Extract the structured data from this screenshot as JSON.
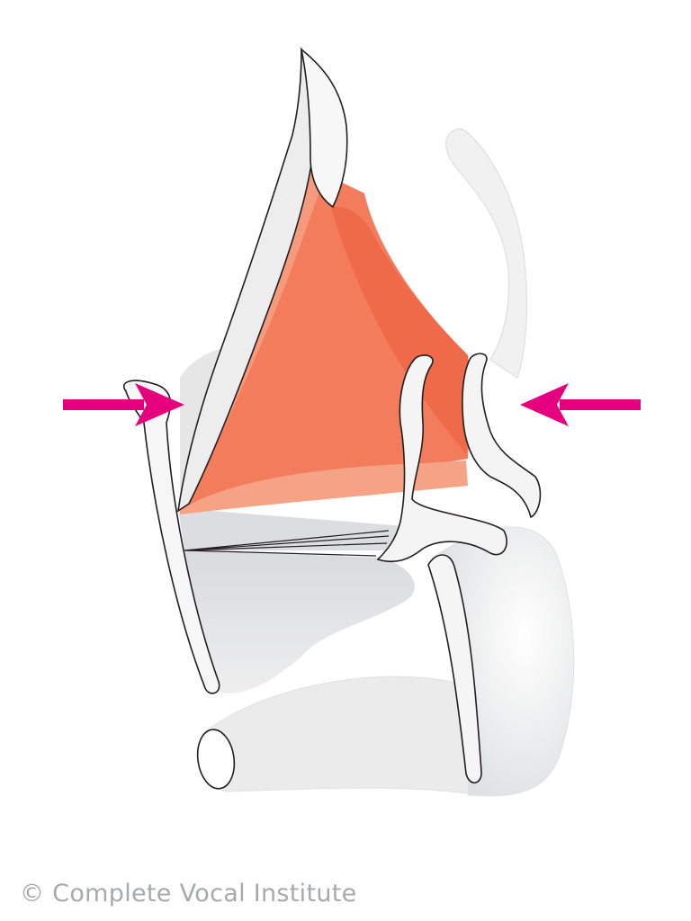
{
  "figure": {
    "colors": {
      "cartilage_fill": "#e9e9ea",
      "cartilage_light": "#f3f3f4",
      "cartilage_shade": "#d3d4d6",
      "outline": "#231f20",
      "muscle_main": "#f27c5c",
      "muscle_light": "#f6a285",
      "muscle_dark": "#ee6a48",
      "arrow": "#e6007e",
      "copyright_text": "#a7a9ac"
    },
    "arrows": [
      {
        "name": "left-arrow",
        "direction": "right"
      },
      {
        "name": "right-arrow",
        "direction": "left"
      }
    ]
  },
  "copyright": "© Complete Vocal Institute"
}
